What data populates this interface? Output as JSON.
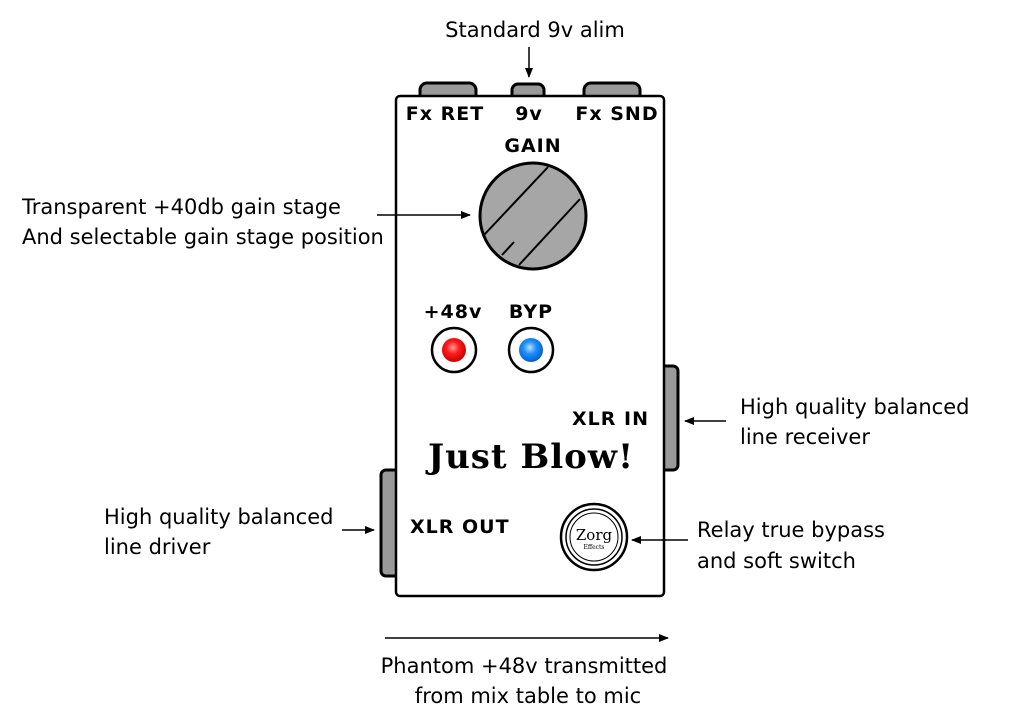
{
  "pedal": {
    "title": "Just Blow!",
    "jacks_top": {
      "fx_ret": "Fx RET",
      "power": "9v",
      "fx_snd": "Fx SND"
    },
    "knob_label": "GAIN",
    "led_phantom": {
      "label": "+48v",
      "color": "#ff0000"
    },
    "led_bypass": {
      "label": "BYP",
      "color": "#1e8fff"
    },
    "xlr_in_label": "XLR IN",
    "xlr_out_label": "XLR OUT",
    "logo": {
      "main": "Zorg",
      "sub": "Effects"
    }
  },
  "callouts": {
    "power": "Standard 9v alim",
    "gain_line1": "Transparent +40db gain stage",
    "gain_line2": "And selectable gain stage position",
    "xlr_in_line1": "High quality balanced",
    "xlr_in_line2": "line receiver",
    "xlr_out_line1": "High quality balanced",
    "xlr_out_line2": "line driver",
    "footswitch_line1": "Relay true bypass",
    "footswitch_line2": "and soft switch",
    "phantom_line1": "Phantom +48v transmitted",
    "phantom_line2": "from mix table to mic"
  }
}
